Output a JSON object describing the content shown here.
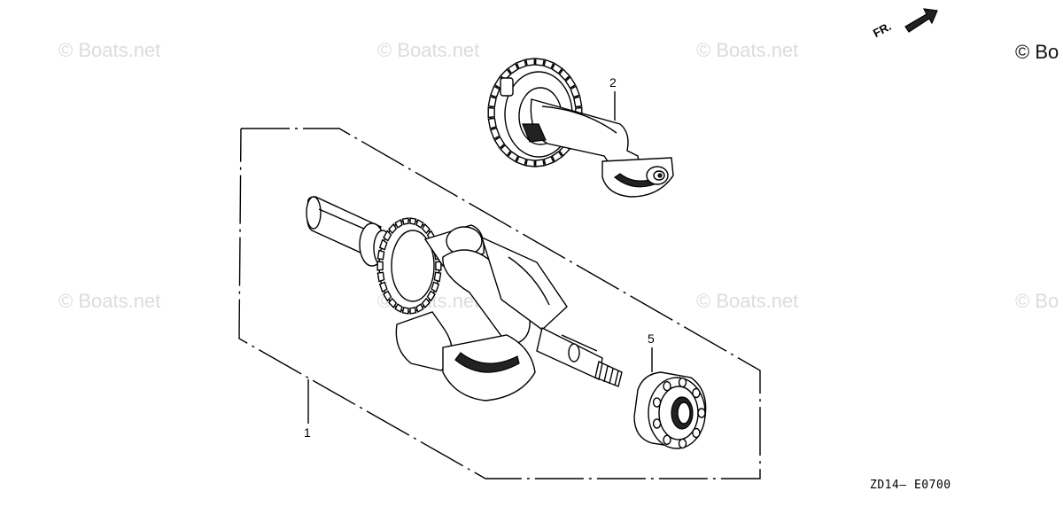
{
  "watermarks": [
    {
      "text": "© Boats.net"
    },
    {
      "text": "© Boats.net"
    },
    {
      "text": "© Boats.net"
    },
    {
      "text": "© Boats.net"
    },
    {
      "text": "© Boats.net"
    },
    {
      "text": "© Bo"
    },
    {
      "text": "© Boats.net"
    },
    {
      "text": "© Bo"
    }
  ],
  "copyright_corner": "© Bo",
  "direction_label": "FR.",
  "callouts": {
    "part1": "1",
    "part2": "2",
    "part5": "5"
  },
  "diagram_code": "ZD14— E0700",
  "colors": {
    "line": "#000000",
    "watermark": "#dcdcdc",
    "background": "#ffffff"
  }
}
